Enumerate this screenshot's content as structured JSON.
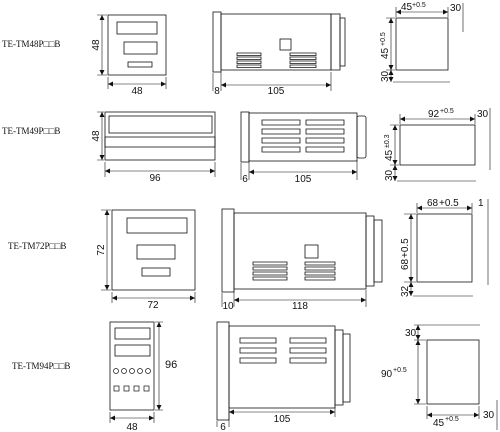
{
  "models": [
    {
      "label": "TE-TM48P□□B",
      "front": {
        "height": "48",
        "width": "48"
      },
      "side": {
        "bezel": "8",
        "depth": "105"
      },
      "cutout": {
        "width": "45",
        "width_tol": "+0.5",
        "spacing_x": "30",
        "height": "45",
        "height_tol": "+0.5",
        "spacing_y": "30"
      }
    },
    {
      "label": "TE-TM49P□□B",
      "front": {
        "height": "48",
        "width": "96"
      },
      "side": {
        "bezel": "6",
        "depth": "105"
      },
      "cutout": {
        "width": "92",
        "width_tol": "+0.5",
        "spacing_x": "30",
        "height": "45",
        "height_tol": "±0.3",
        "spacing_y": "30"
      }
    },
    {
      "label": "TE-TM72P□□B",
      "front": {
        "height": "72",
        "width": "72"
      },
      "side": {
        "bezel": "10",
        "depth": "118"
      },
      "cutout": {
        "width": "68",
        "width_tol": "+0.5",
        "spacing_x": "1",
        "height": "68",
        "height_tol": "+0.5",
        "spacing_y": "32"
      }
    },
    {
      "label": "TE-TM94P□□B",
      "front": {
        "height": "96",
        "width": "48"
      },
      "side": {
        "bezel": "6",
        "depth": "105"
      },
      "cutout": {
        "width": "45",
        "width_tol": "+0.5",
        "spacing_x": "30",
        "height": "90",
        "height_tol": "+0.5",
        "spacing_y": "30"
      }
    }
  ]
}
